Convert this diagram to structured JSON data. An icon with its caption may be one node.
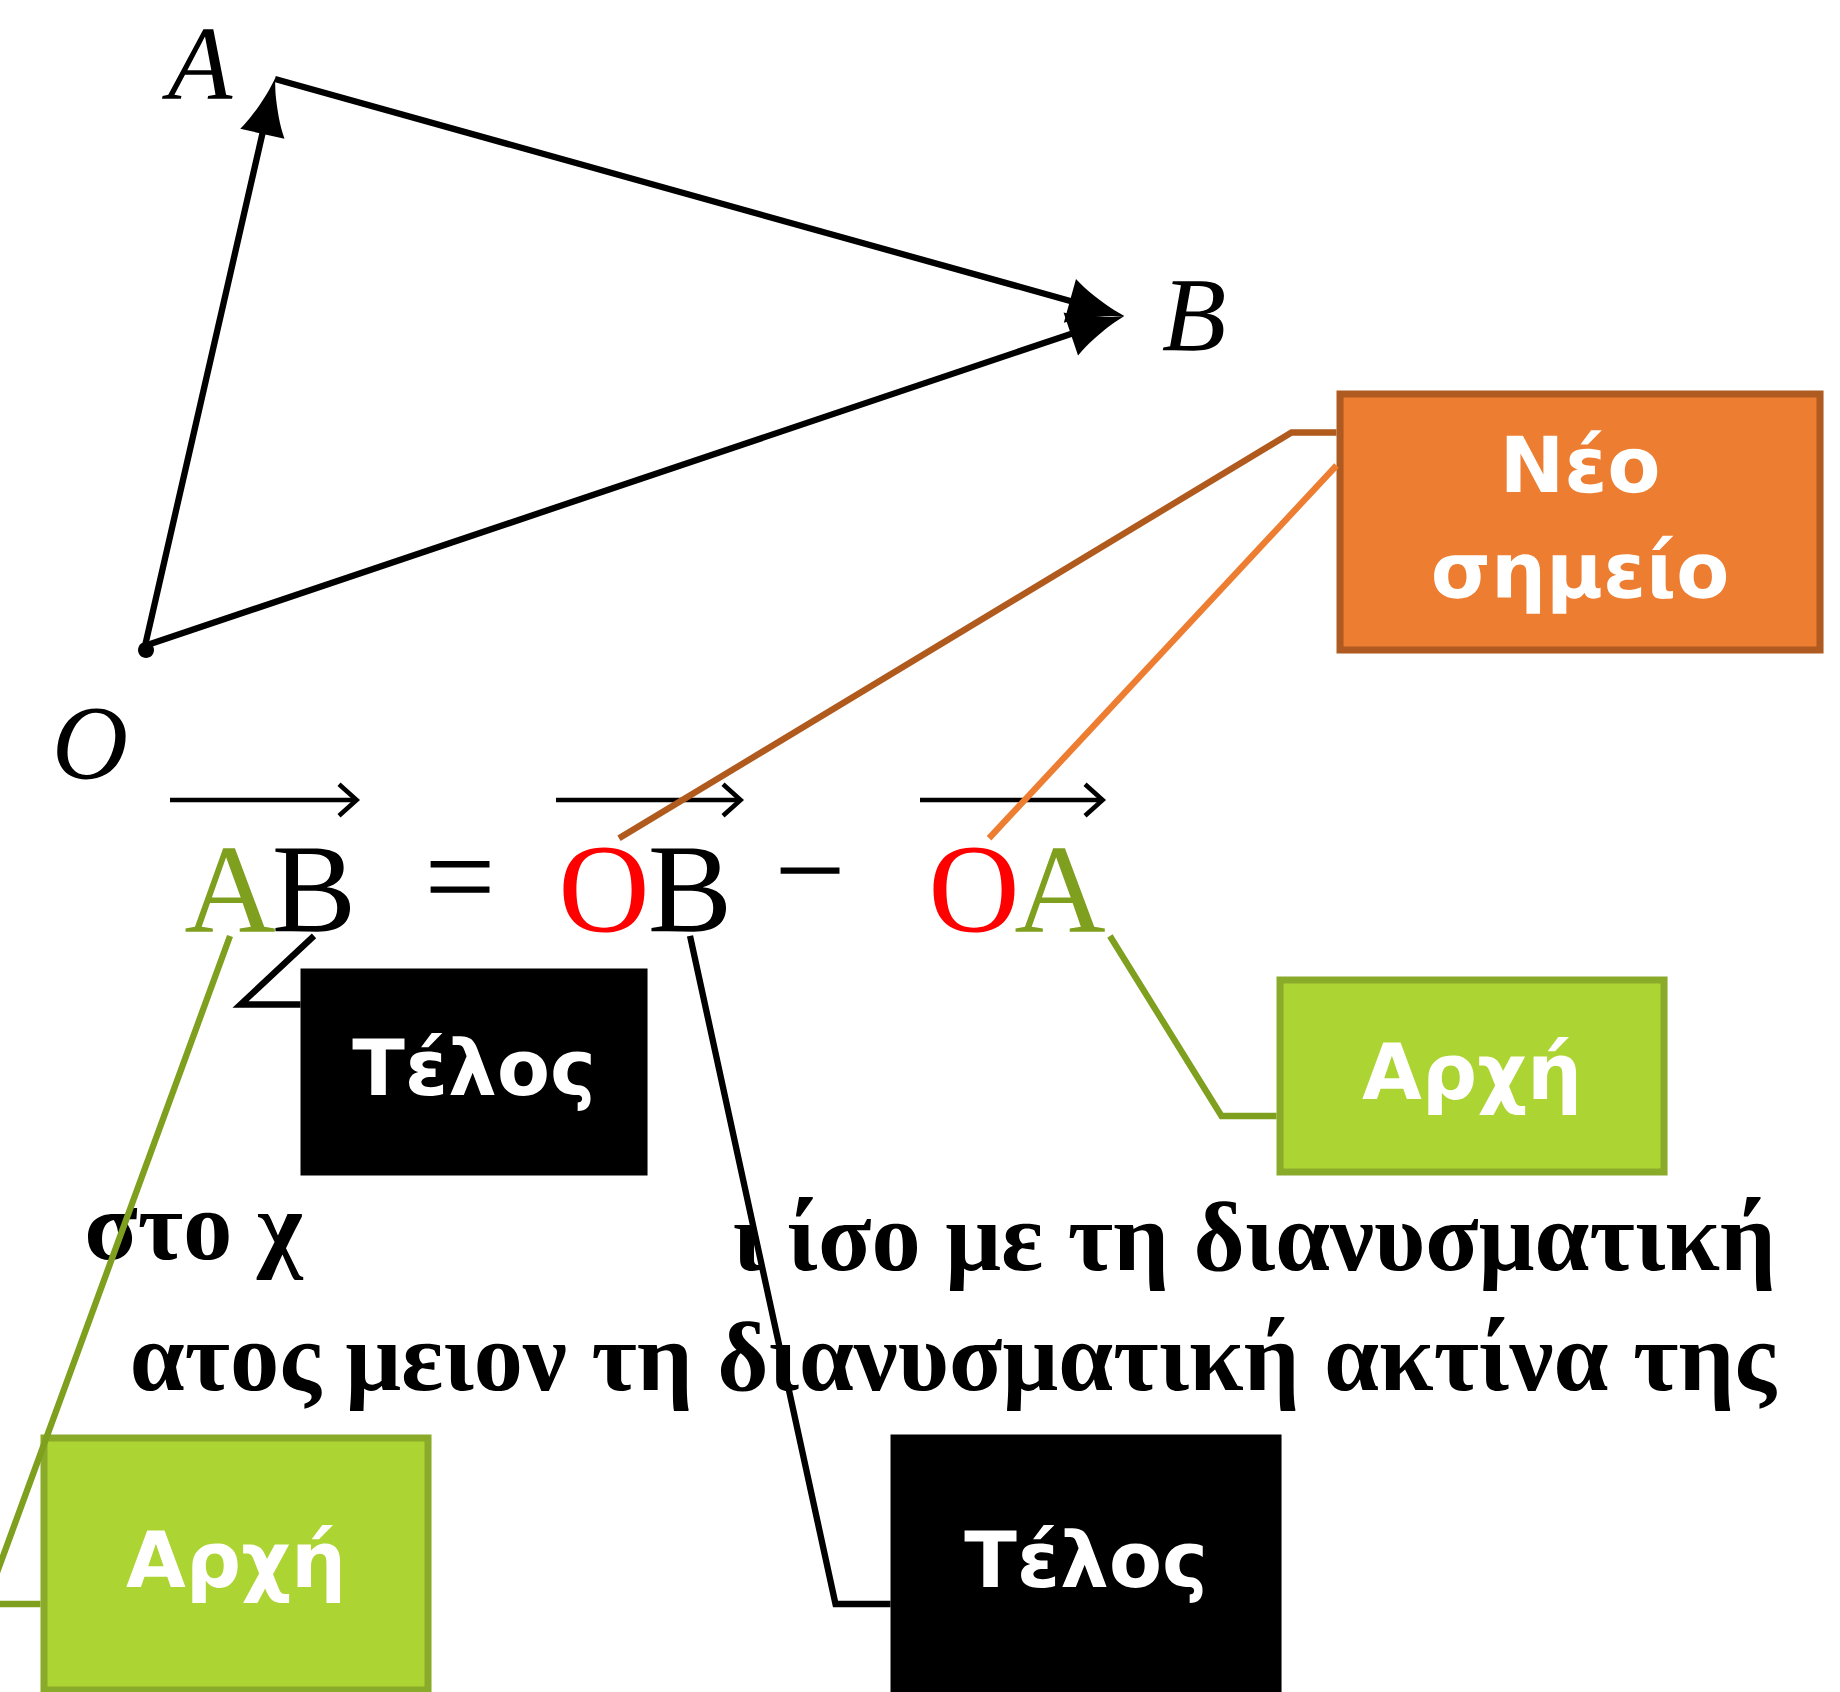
{
  "diagram": {
    "nodes": [
      {
        "text": [
          "A"
        ]
      },
      {
        "text": [
          "B"
        ]
      },
      {
        "text": [
          "Νέο σημείο"
        ]
      },
      {
        "text": [
          "O"
        ]
      },
      {
        "text": [
          "A"
        ]
      },
      {
        "text": [
          "B"
        ]
      },
      {
        "text": [
          "O"
        ]
      },
      {
        "text": [
          "B"
        ]
      },
      {
        "text": [
          "O"
        ]
      },
      {
        "text": [
          "A"
        ]
      },
      {
        "text": [
          "Τέλος"
        ]
      },
      {
        "text": [
          "Αρχή"
        ]
      },
      {
        "text": [
          "Αρχή"
        ]
      },
      {
        "text": [
          "Τέλος"
        ]
      }
    ],
    "edges": [
      {
        "from": 3,
        "to": 0,
        "arrow": "to"
      },
      {
        "from": 0,
        "to": 1,
        "arrow": "to"
      },
      {
        "from": 3,
        "to": 1,
        "arrow": "to"
      },
      {
        "from": 2,
        "to": 6,
        "arrow": "none",
        "color": "#b05a1e"
      },
      {
        "from": 2,
        "to": 8,
        "arrow": "none",
        "color": "#ed7d31"
      },
      {
        "from": 10,
        "to": 5,
        "arrow": "none"
      },
      {
        "from": 11,
        "to": 9,
        "arrow": "none",
        "color": "#7f9f1f"
      },
      {
        "from": 12,
        "to": 4,
        "arrow": "none",
        "color": "#7f9f1f"
      },
      {
        "from": 13,
        "to": 7,
        "arrow": "none"
      }
    ],
    "labels": [
      "=",
      "−",
      "στο χ",
      "ι ίσο με τη διανυσματική",
      "ατος μειον τη διανυσματική ακτίνα της"
    ]
  }
}
